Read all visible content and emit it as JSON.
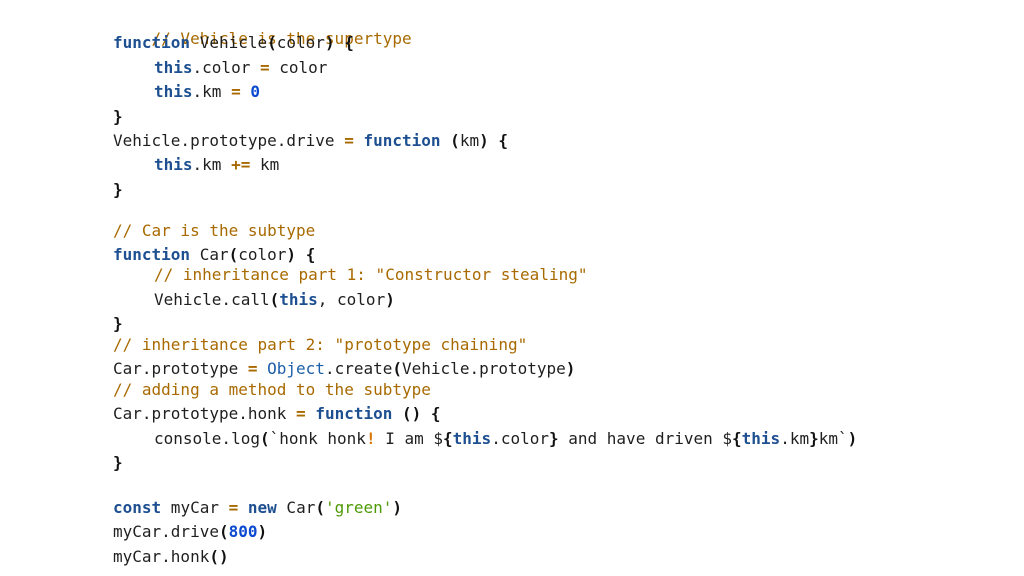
{
  "code": {
    "l1": {
      "comment": "// Vehicle is the supertype"
    },
    "l2": {
      "kw": "function",
      "name": " Vehicle",
      "open": "(",
      "param": "color",
      "close": ")",
      "sp": " ",
      "brace": "{"
    },
    "l3": {
      "this": "this",
      "rest": ".color ",
      "op": "=",
      "tail": " color"
    },
    "l4": {
      "this": "this",
      "rest": ".km ",
      "op": "=",
      "sp": " ",
      "num": "0"
    },
    "l5": {
      "brace": "}"
    },
    "l6": {
      "lhs": "Vehicle.prototype.drive ",
      "op": "=",
      "sp": " ",
      "kw": "function",
      "sp2": " ",
      "open": "(",
      "param": "km",
      "close": ")",
      "sp3": " ",
      "brace": "{"
    },
    "l7": {
      "this": "this",
      "rest": ".km ",
      "op": "+=",
      "tail": " km"
    },
    "l8": {
      "brace": "}"
    },
    "l9": {
      "comment": "// Car is the subtype"
    },
    "l10": {
      "kw": "function",
      "name": " Car",
      "open": "(",
      "param": "color",
      "close": ")",
      "sp": " ",
      "brace": "{"
    },
    "l11": {
      "comment": "// inheritance part 1: \"Constructor stealing\""
    },
    "l12": {
      "pre": "Vehicle.call",
      "open": "(",
      "this": "this",
      "mid": ", color",
      "close": ")"
    },
    "l13": {
      "brace": "}"
    },
    "l14": {
      "comment": "// inheritance part 2: \"prototype chaining\""
    },
    "l15": {
      "lhs": "Car.prototype ",
      "op": "=",
      "sp": " ",
      "obj": "Object",
      "mid": ".create",
      "open": "(",
      "arg": "Vehicle.prototype",
      "close": ")"
    },
    "l16": {
      "comment": "// adding a method to the subtype"
    },
    "l17": {
      "lhs": "Car.prototype.honk ",
      "op": "=",
      "sp": " ",
      "kw": "function",
      "sp2": " ",
      "parens": "()",
      "sp3": " ",
      "brace": "{"
    },
    "l18": {
      "pre": "console.log",
      "open": "(",
      "s1": "`honk honk",
      "bang": "!",
      "s2": " I am $",
      "b1": "{",
      "this1": "this",
      "s3": ".color",
      "b2": "}",
      "s4": " and have driven $",
      "b3": "{",
      "this2": "this",
      "s5": ".km",
      "b4": "}",
      "s6": "km`",
      "close": ")"
    },
    "l19": {
      "brace": "}"
    },
    "l20": {
      "kw": "const",
      "mid": " myCar ",
      "op": "=",
      "sp": " ",
      "kw2": "new",
      "name": " Car",
      "open": "(",
      "str": "'green'",
      "close": ")"
    },
    "l21": {
      "pre": "myCar.drive",
      "open": "(",
      "num": "800",
      "close": ")"
    },
    "l22": {
      "pre": "myCar.honk",
      "parens": "()"
    }
  }
}
